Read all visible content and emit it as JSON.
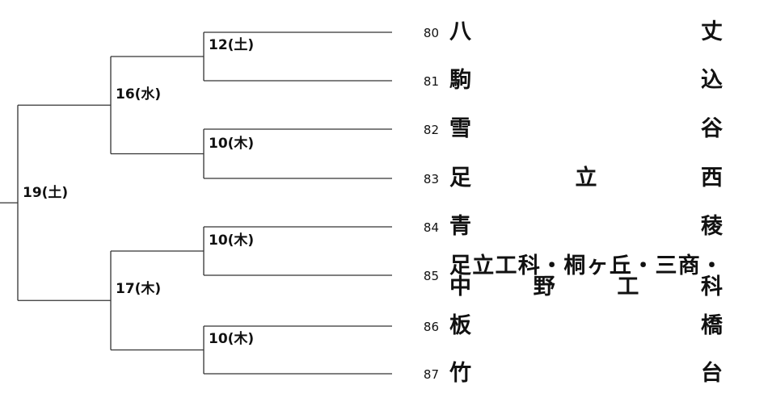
{
  "teams": [
    {
      "seed": "80",
      "name": "八丈"
    },
    {
      "seed": "81",
      "name": "駒込"
    },
    {
      "seed": "82",
      "name": "雪谷"
    },
    {
      "seed": "83",
      "name": "足立西"
    },
    {
      "seed": "84",
      "name": "青稜"
    },
    {
      "seed": "85",
      "name": "足立工科・桐ヶ丘・三商・中野工科",
      "lines": [
        "足立工科・桐ヶ丘・三商・",
        "中野工科"
      ]
    },
    {
      "seed": "86",
      "name": "板橋"
    },
    {
      "seed": "87",
      "name": "竹台"
    }
  ],
  "rounds": {
    "first": [
      "12(土)",
      "10(木)",
      "10(木)",
      "10(木)"
    ],
    "second": [
      "16(水)",
      "17(木)"
    ],
    "third": [
      "19(土)"
    ]
  },
  "colors": {
    "line": "#333333",
    "text": "#111111",
    "background": "#ffffff"
  }
}
